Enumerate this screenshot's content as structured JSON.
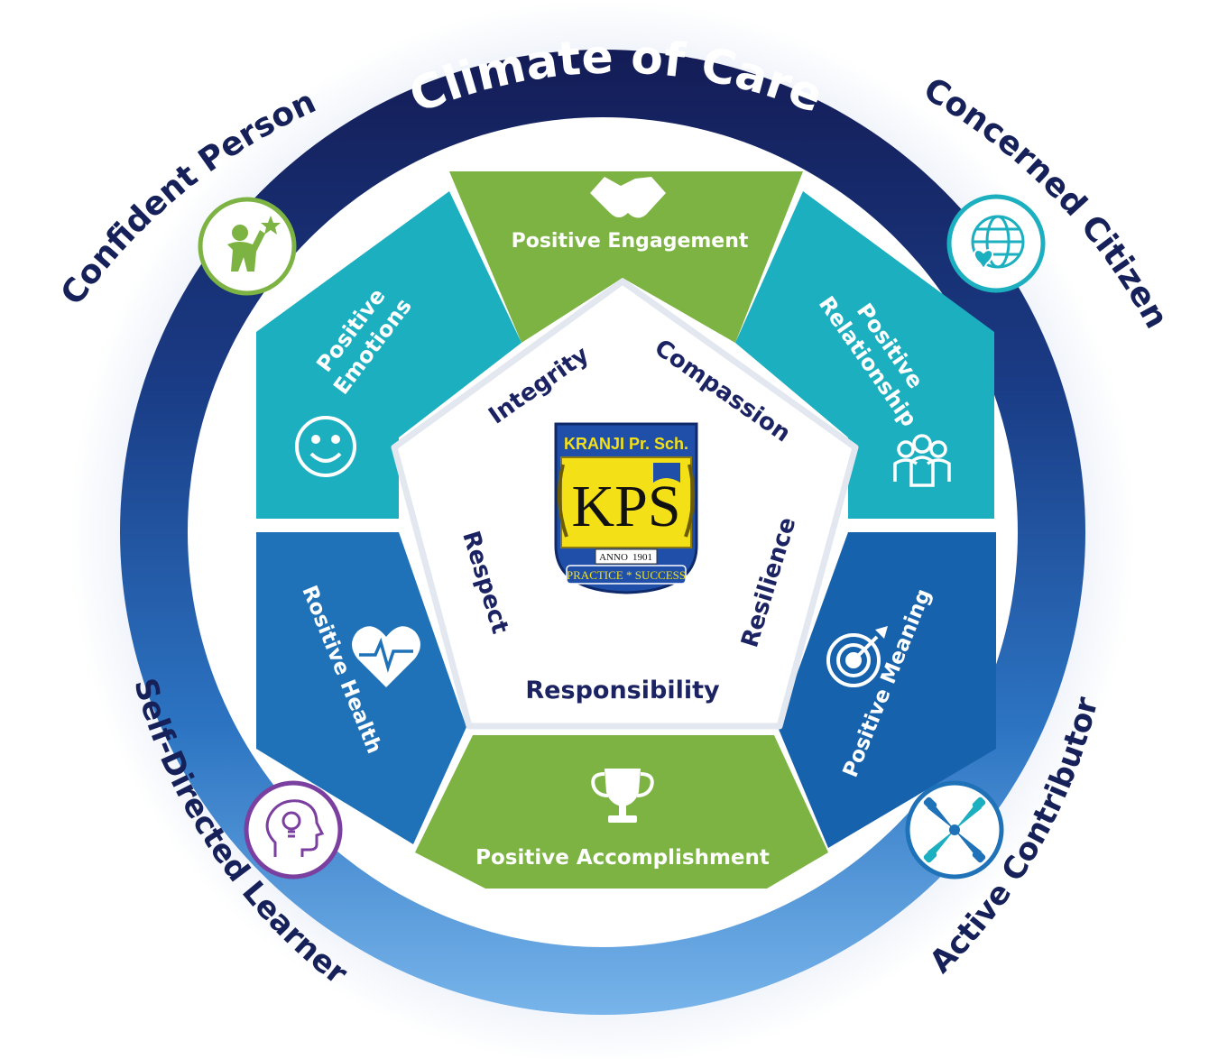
{
  "ring": {
    "title": "Climate of Care"
  },
  "outcomes": {
    "confident_person": "Confident Person",
    "concerned_citizen": "Concerned Citizen",
    "self_directed_learner": "Self-Directed Learner",
    "active_contributor": "Active Contributor"
  },
  "perma": {
    "engagement": "Positive Engagement",
    "emotions_line1": "Positive",
    "emotions_line2": "Emotions",
    "relationship_line1": "Positive",
    "relationship_line2": "Relationship",
    "health": "Rositive Health",
    "meaning": "Positive Meaning",
    "accomplishment": "Positive Accomplishment"
  },
  "values": {
    "integrity": "Integrity",
    "compassion": "Compassion",
    "respect": "Respect",
    "resilience": "Resilience",
    "responsibility": "Responsibility"
  },
  "logo": {
    "school_name": "KRANJI Pr. Sch.",
    "monogram": "KPS",
    "anno": "ANNO",
    "year": "1901",
    "motto": "PRACTICE * SUCCESS"
  },
  "colors": {
    "navy": "#16215a",
    "teal": "#1bafbf",
    "blue": "#1f72b8",
    "green": "#7cb342",
    "purple": "#7b3fa0",
    "logo_yellow": "#f4e017"
  },
  "icons": {
    "engagement": "handshake-icon",
    "emotions": "smiley-icon",
    "relationship": "people-group-icon",
    "health": "heartbeat-icon",
    "meaning": "target-icon",
    "accomplishment": "trophy-icon",
    "confident_person": "person-star-icon",
    "concerned_citizen": "globe-heart-icon",
    "self_directed_learner": "head-lightbulb-icon",
    "active_contributor": "joined-hands-icon"
  }
}
